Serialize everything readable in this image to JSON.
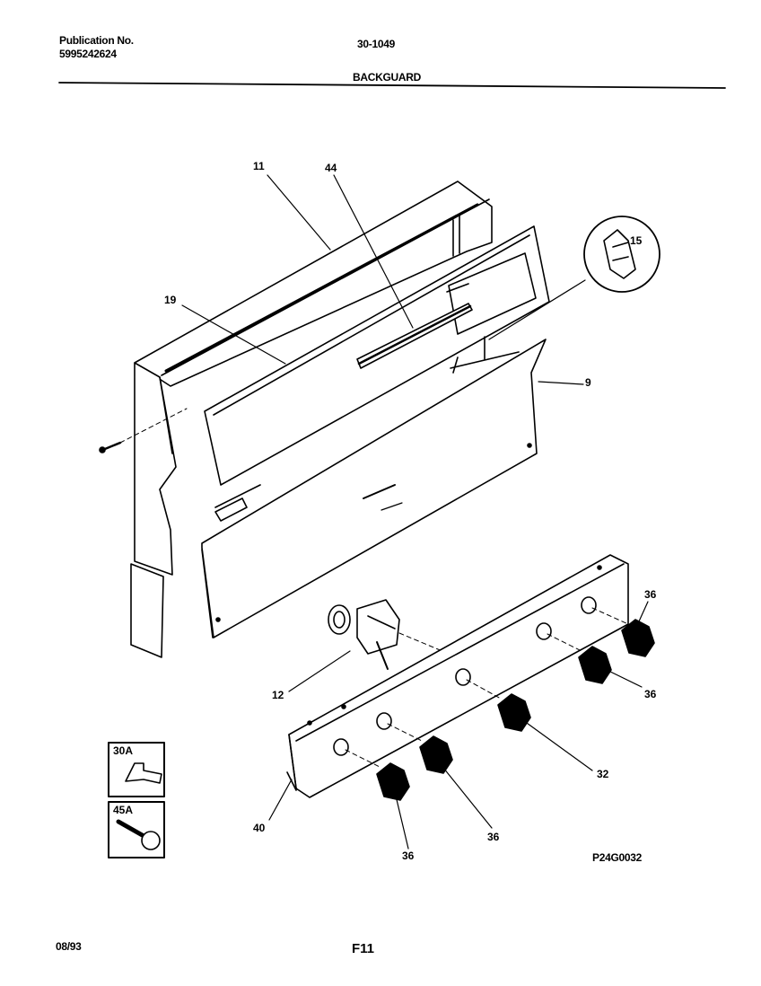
{
  "header": {
    "publication_label": "Publication No.",
    "publication_number": "5995242624",
    "model_code": "30-1049",
    "section_title": "BACKGUARD"
  },
  "callouts": {
    "c11": "11",
    "c44": "44",
    "c15": "15",
    "c19": "19",
    "c9": "9",
    "c36a": "36",
    "c36b": "36",
    "c12": "12",
    "c32": "32",
    "c40": "40",
    "c36c": "36",
    "c36d": "36"
  },
  "insets": {
    "i30a": "30A",
    "i45a": "45A"
  },
  "diagram_code": "P24G0032",
  "footer": {
    "date": "08/93",
    "page_code": "F11"
  }
}
